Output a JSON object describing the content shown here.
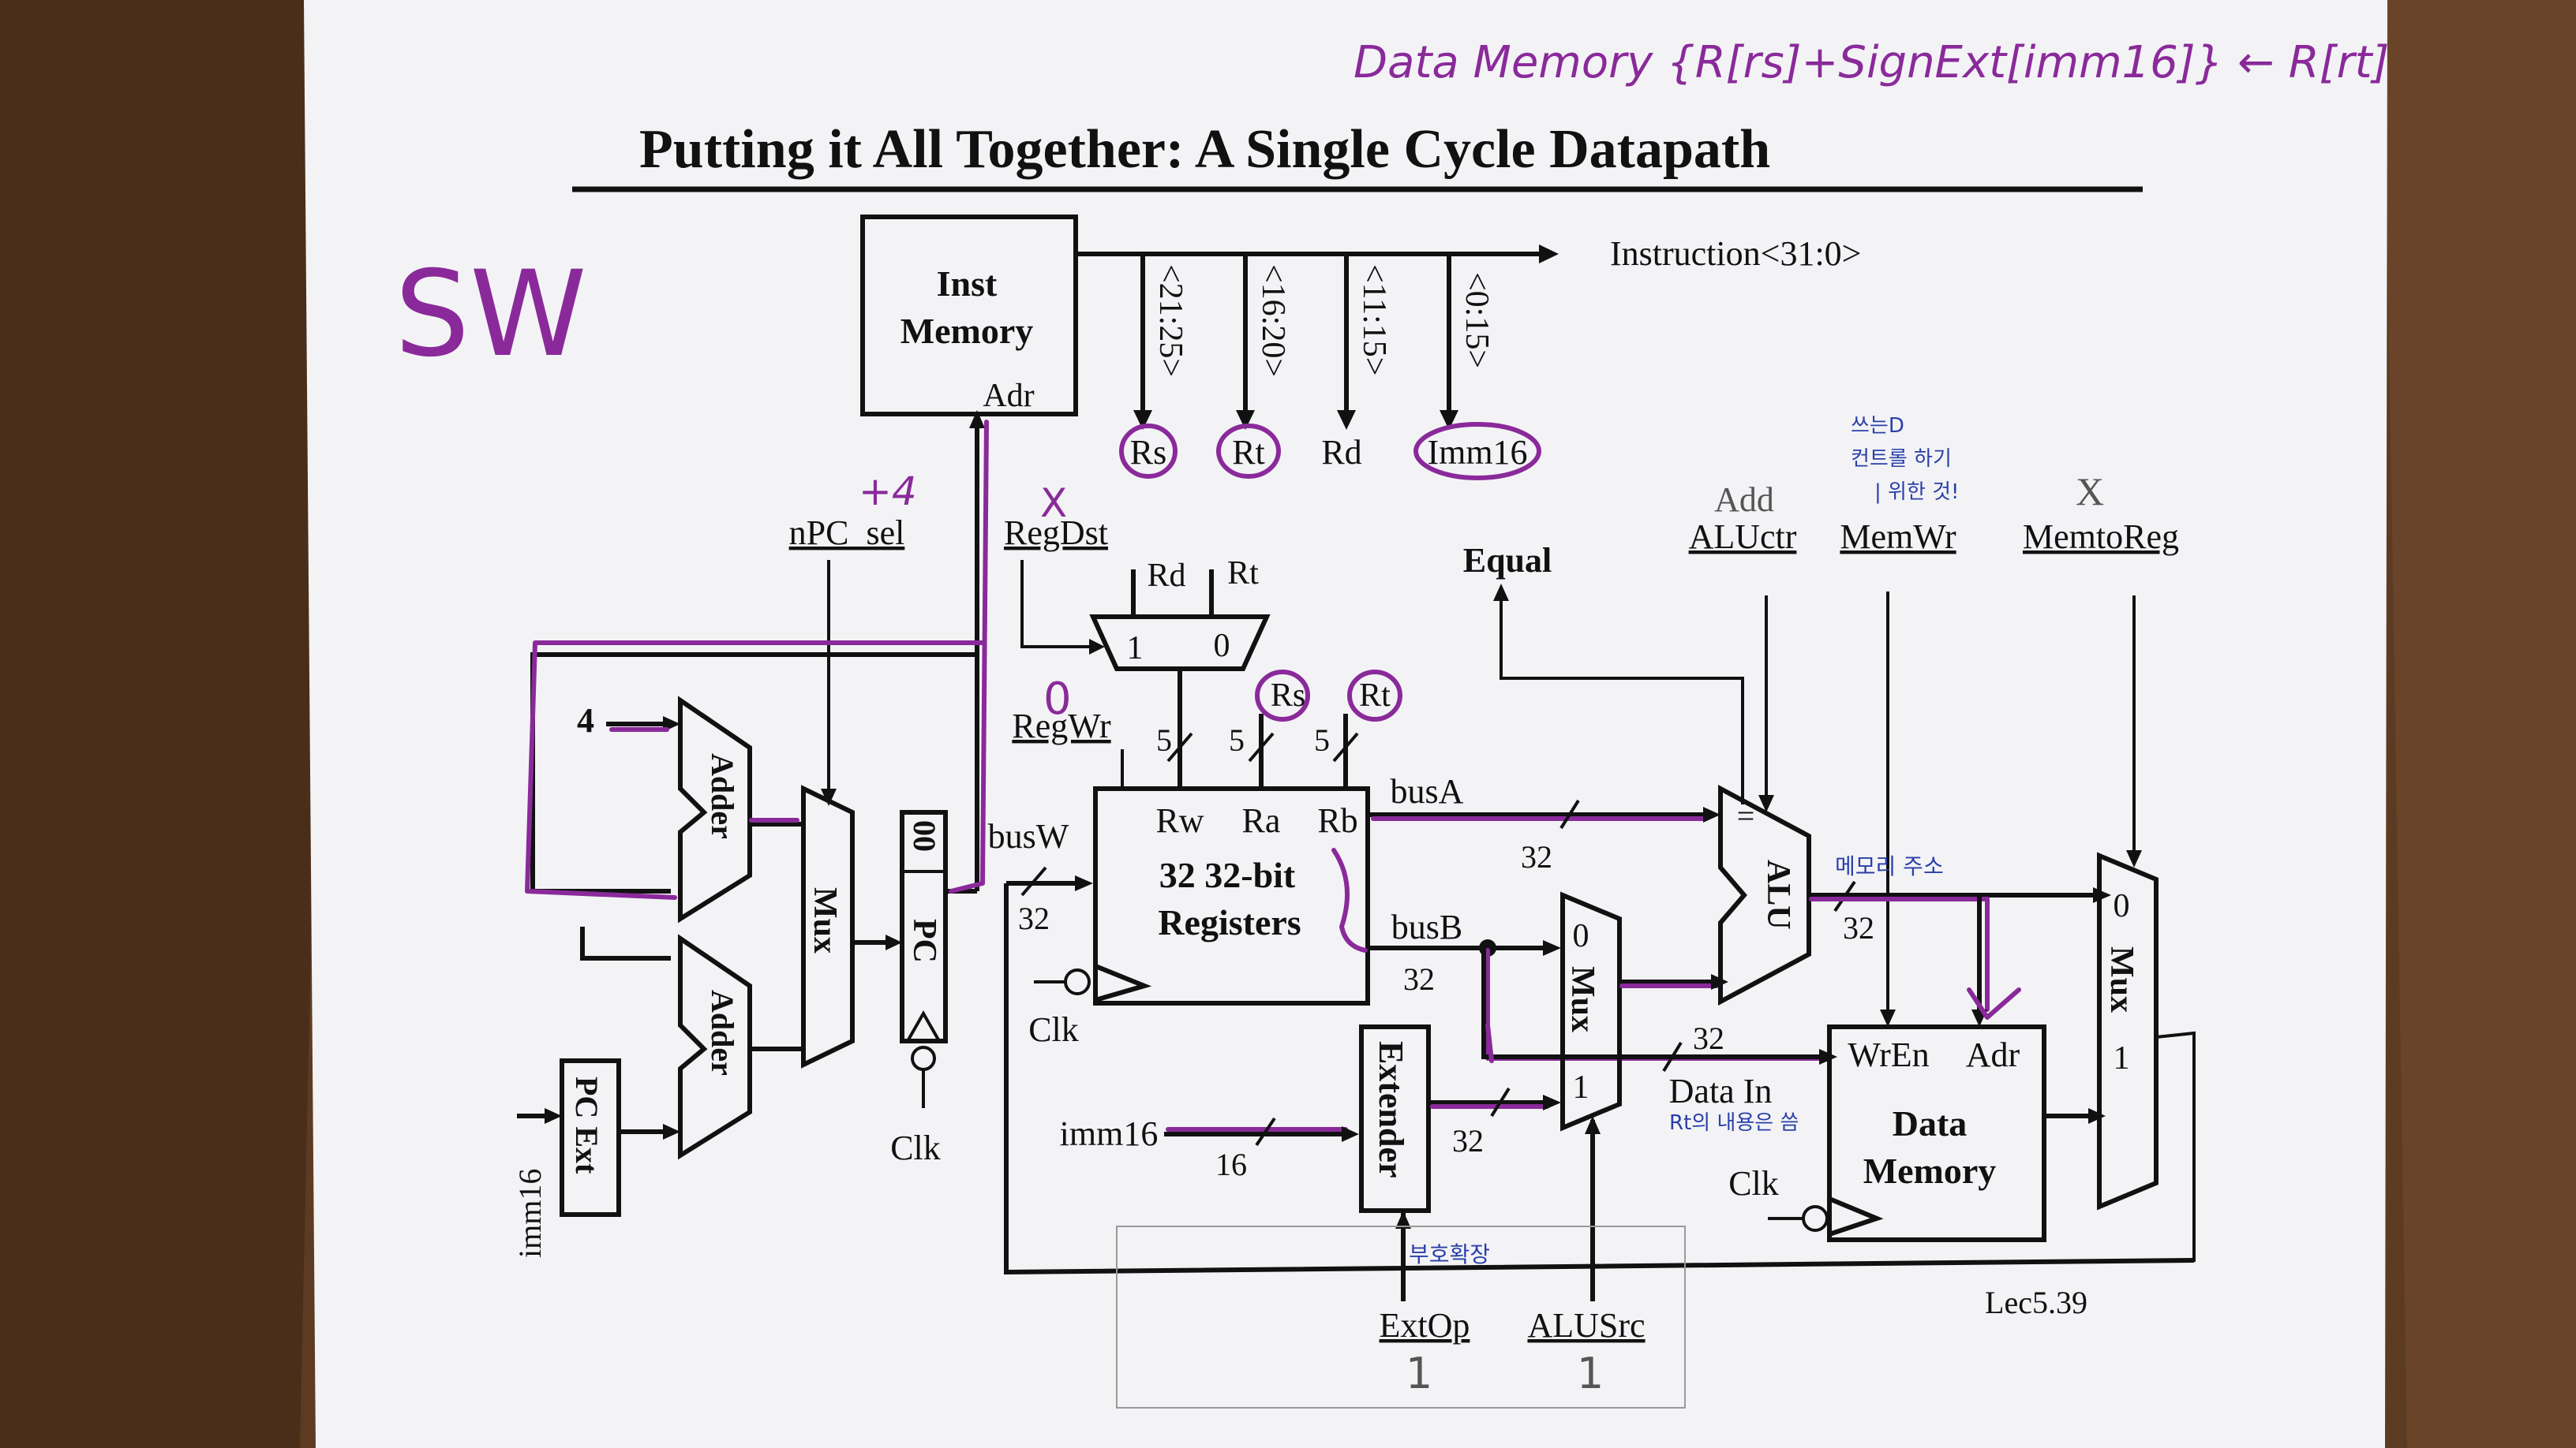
{
  "title": "Putting it All Together: A Single Cycle Datapath",
  "slide_number": "Lec5.39",
  "handwritten": {
    "instruction_name": "SW",
    "rtl_note": "Data Memory {R[rs]+SignExt[imm16]} ← R[rt]",
    "npc_sel_value": "+4",
    "regdst_value": "X",
    "regwr_value": "0",
    "aluctr_value": "Add",
    "memtoreg_value": "X",
    "extop_value": "1",
    "alusrc_value": "1",
    "memwr_note_line1": "쓰는D",
    "memwr_note_line2": "컨트롤 하기",
    "memwr_note_line3": "| 위한 것!",
    "alu_out_note": "메모리 주소",
    "datain_note": "Rt의 내용은 씀",
    "extender_note": "부호확장",
    "rs_circled": "Rs",
    "rt_circled": "Rt"
  },
  "diagram": {
    "inst_memory_line1": "Inst",
    "inst_memory_line2": "Memory",
    "adr": "Adr",
    "instruction_bus": "Instruction<31:0>",
    "field_rs_bits": "<21:25>",
    "field_rt_bits": "<16:20>",
    "field_rd_bits": "<11:15>",
    "field_imm_bits": "<0:15>",
    "field_rs": "Rs",
    "field_rt": "Rt",
    "field_rd": "Rd",
    "field_imm": "Imm16",
    "npc_sel": "nPC_sel",
    "regdst": "RegDst",
    "regwr": "RegWr",
    "four": "4",
    "adder": "Adder",
    "mux": "Mux",
    "pc": "PC",
    "pc_reset": "00",
    "pc_ext": "PC Ext",
    "imm16": "imm16",
    "clk": "Clk",
    "rd": "Rd",
    "rt": "Rt",
    "mux_one": "1",
    "mux_zero": "0",
    "five": "5",
    "busw": "busW",
    "bus_width": "32",
    "rw": "Rw",
    "ra": "Ra",
    "rb": "Rb",
    "registers_line1": "32 32-bit",
    "registers_line2": "Registers",
    "busa": "busA",
    "busb": "busB",
    "equal": "Equal",
    "equal_sign": "=",
    "alu": "ALU",
    "aluctr": "ALUctr",
    "memwr": "MemWr",
    "memtoreg": "MemtoReg",
    "extender": "Extender",
    "sixteen": "16",
    "data_in": "Data In",
    "wren": "WrEn",
    "data_memory_line1": "Data",
    "data_memory_line2": "Memory",
    "extop": "ExtOp",
    "alusrc": "ALUSrc"
  }
}
